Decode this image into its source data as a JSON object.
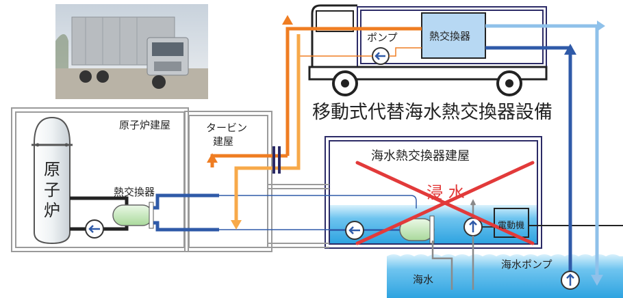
{
  "title": "移動式代替海水熱交換器設備",
  "labels": {
    "reactor_building": "原子炉建屋",
    "reactor_chars": [
      "原",
      "子",
      "炉"
    ],
    "heat_exchanger": "熱交換器",
    "turbine_building_line1": "タービン",
    "turbine_building_line2": "建屋",
    "seawater_hx_building": "海水熱交換器建屋",
    "flooded": "浸 水",
    "motor": "電動機",
    "seawater_pump": "海水ポンプ",
    "seawater": "海水",
    "truck_pump": "ポンプ",
    "truck_heat_exchanger": "熱交換器"
  },
  "photo": {
    "description_icon": "truck-photo"
  },
  "colors": {
    "orange_dark": "#ef7d22",
    "orange_light": "#f7a94a",
    "blue_dark": "#2f5aa8",
    "blue_light": "#8fc1ea",
    "navy_frame": "#2b2a66",
    "gray_frame": "#9a9a9a",
    "sea": "#6ec4ef",
    "red_cross": "#e23a3a",
    "hx_green": "#cdebc4"
  }
}
